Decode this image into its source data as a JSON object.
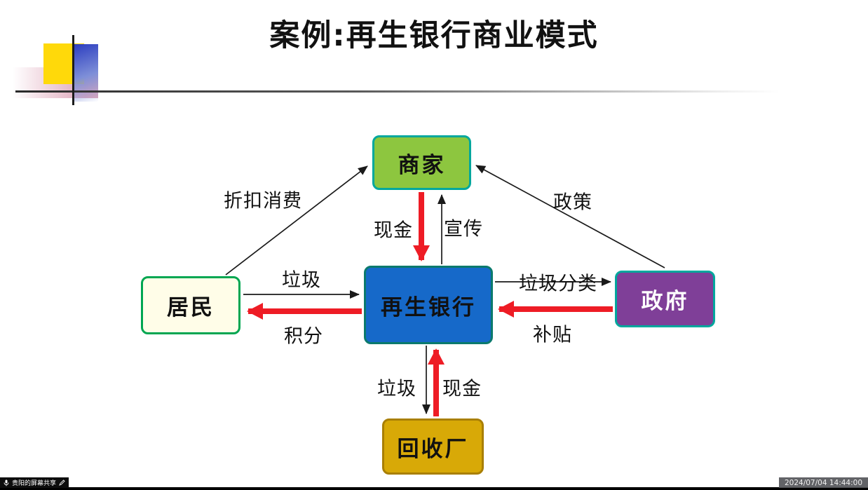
{
  "slide": {
    "title": "案例:再生银行商业模式"
  },
  "nodes": {
    "merchant": {
      "label": "商家"
    },
    "resident": {
      "label": "居民"
    },
    "bank": {
      "label": "再生银行"
    },
    "government": {
      "label": "政府"
    },
    "recycler": {
      "label": "回收厂"
    }
  },
  "edges": {
    "discount": {
      "label": "折扣消费",
      "from": "居民",
      "to": "商家",
      "style": "thin-black"
    },
    "policy": {
      "label": "政策",
      "from": "政府",
      "to": "商家",
      "style": "thin-black"
    },
    "cash_top": {
      "label": "现金",
      "from": "商家",
      "to": "再生银行",
      "style": "thick-red"
    },
    "publicity": {
      "label": "宣传",
      "from": "再生银行",
      "to": "商家",
      "style": "thin-black"
    },
    "garbage_left": {
      "label": "垃圾",
      "from": "居民",
      "to": "再生银行",
      "style": "thin-black"
    },
    "points": {
      "label": "积分",
      "from": "再生银行",
      "to": "居民",
      "style": "thick-red"
    },
    "sorting": {
      "label": "垃圾分类",
      "from": "再生银行",
      "to": "政府",
      "style": "thin-black"
    },
    "subsidy": {
      "label": "补贴",
      "from": "政府",
      "to": "再生银行",
      "style": "thick-red"
    },
    "garbage_bottom": {
      "label": "垃圾",
      "from": "再生银行",
      "to": "回收厂",
      "style": "thin-black"
    },
    "cash_bottom": {
      "label": "现金",
      "from": "回收厂",
      "to": "再生银行",
      "style": "thick-red"
    }
  },
  "overlay": {
    "share_label": "贵阳的屏幕共享",
    "timestamp": "2024/07/04 14:44:00"
  },
  "colors": {
    "arrow_red": "#ee1c25",
    "arrow_black": "#1a1a1a",
    "merchant_fill": "#8dc63f",
    "resident_fill": "#fffde8",
    "bank_fill": "#1669c9",
    "government_fill": "#7f3f98",
    "recycler_fill": "#d8a907",
    "border_green": "#00a79d",
    "ornament_yellow": "#ffd90a",
    "ornament_blue": "#2c3ec0"
  }
}
